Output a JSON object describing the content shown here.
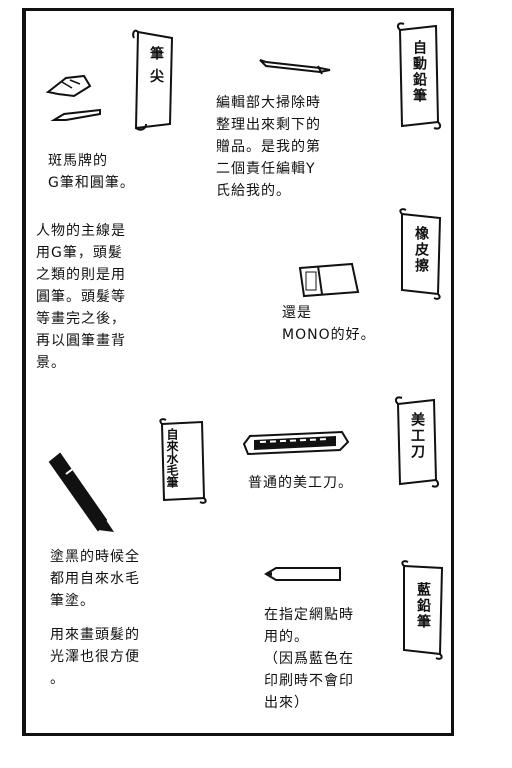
{
  "banners": {
    "nib": "筆 尖",
    "mech_pencil": "自動鉛筆",
    "eraser": "橡皮擦",
    "cutter": "美工刀",
    "brush_pen": "自來水毛筆",
    "blue_pencil": "藍鉛筆"
  },
  "texts": {
    "nib_desc": "斑馬牌的\nG筆和圓筆。",
    "mech_pencil_desc": "編輯部大掃除時\n整理出來剩下的\n贈品。是我的第\n二個責任編輯Y\n氏給我的。",
    "line_desc": "人物的主線是\n用G筆，頭髮\n之類的則是用\n圓筆。頭髮等\n等畫完之後，\n再以圓筆畫背\n景。",
    "eraser_desc": "還是\nMONO的好。",
    "cutter_desc": "普通的美工刀。",
    "brush_desc1": "塗黑的時候全\n都用自來水毛\n筆塗。",
    "brush_desc2": "用來畫頭髮的\n光澤也很方便\n。",
    "blue_pencil_desc": "在指定網點時\n用的。\n（因爲藍色在\n印刷時不會印\n出來）"
  },
  "icons": [
    "nib-icon",
    "pencil-icon",
    "eraser-icon",
    "cutter-icon",
    "brush-pen-icon",
    "blue-pencil-icon"
  ]
}
